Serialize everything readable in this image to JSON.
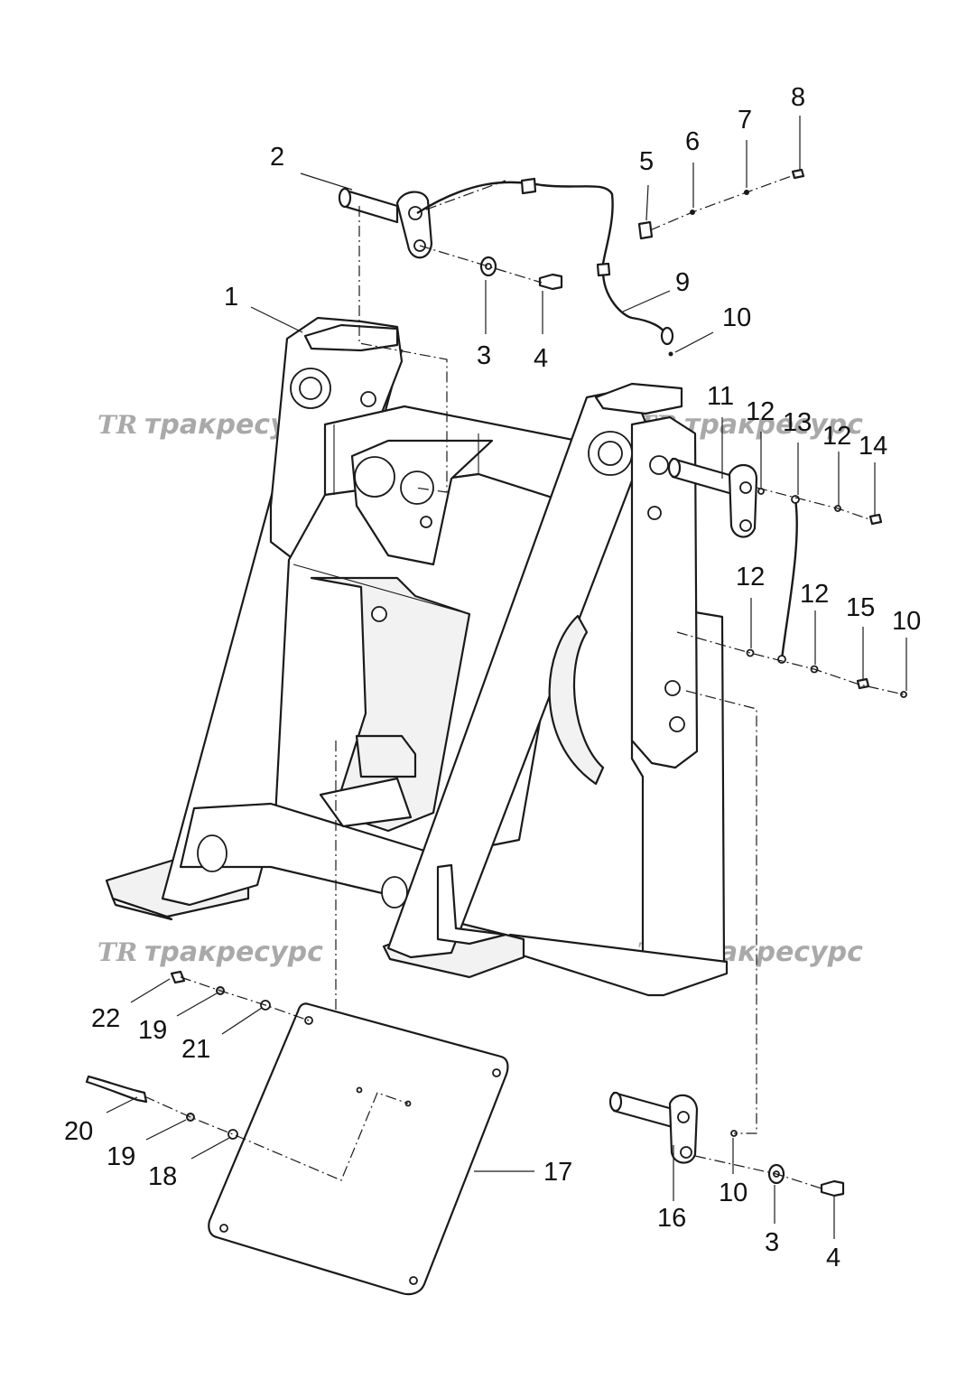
{
  "watermark": {
    "logo": "TR",
    "text": "тракресурс"
  },
  "callouts": [
    {
      "id": "c1",
      "label": "1"
    },
    {
      "id": "c2",
      "label": "2"
    },
    {
      "id": "c3a",
      "label": "3"
    },
    {
      "id": "c4a",
      "label": "4"
    },
    {
      "id": "c5",
      "label": "5"
    },
    {
      "id": "c6",
      "label": "6"
    },
    {
      "id": "c7",
      "label": "7"
    },
    {
      "id": "c8",
      "label": "8"
    },
    {
      "id": "c9",
      "label": "9"
    },
    {
      "id": "c10a",
      "label": "10"
    },
    {
      "id": "c11",
      "label": "11"
    },
    {
      "id": "c12a",
      "label": "12"
    },
    {
      "id": "c13",
      "label": "13"
    },
    {
      "id": "c12b",
      "label": "12"
    },
    {
      "id": "c14",
      "label": "14"
    },
    {
      "id": "c12c",
      "label": "12"
    },
    {
      "id": "c12d",
      "label": "12"
    },
    {
      "id": "c15",
      "label": "15"
    },
    {
      "id": "c10b",
      "label": "10"
    },
    {
      "id": "c22",
      "label": "22"
    },
    {
      "id": "c19a",
      "label": "19"
    },
    {
      "id": "c21",
      "label": "21"
    },
    {
      "id": "c20",
      "label": "20"
    },
    {
      "id": "c19b",
      "label": "19"
    },
    {
      "id": "c18",
      "label": "18"
    },
    {
      "id": "c17",
      "label": "17"
    },
    {
      "id": "c16",
      "label": "16"
    },
    {
      "id": "c10c",
      "label": "10"
    },
    {
      "id": "c3b",
      "label": "3"
    },
    {
      "id": "c4b",
      "label": "4"
    }
  ]
}
